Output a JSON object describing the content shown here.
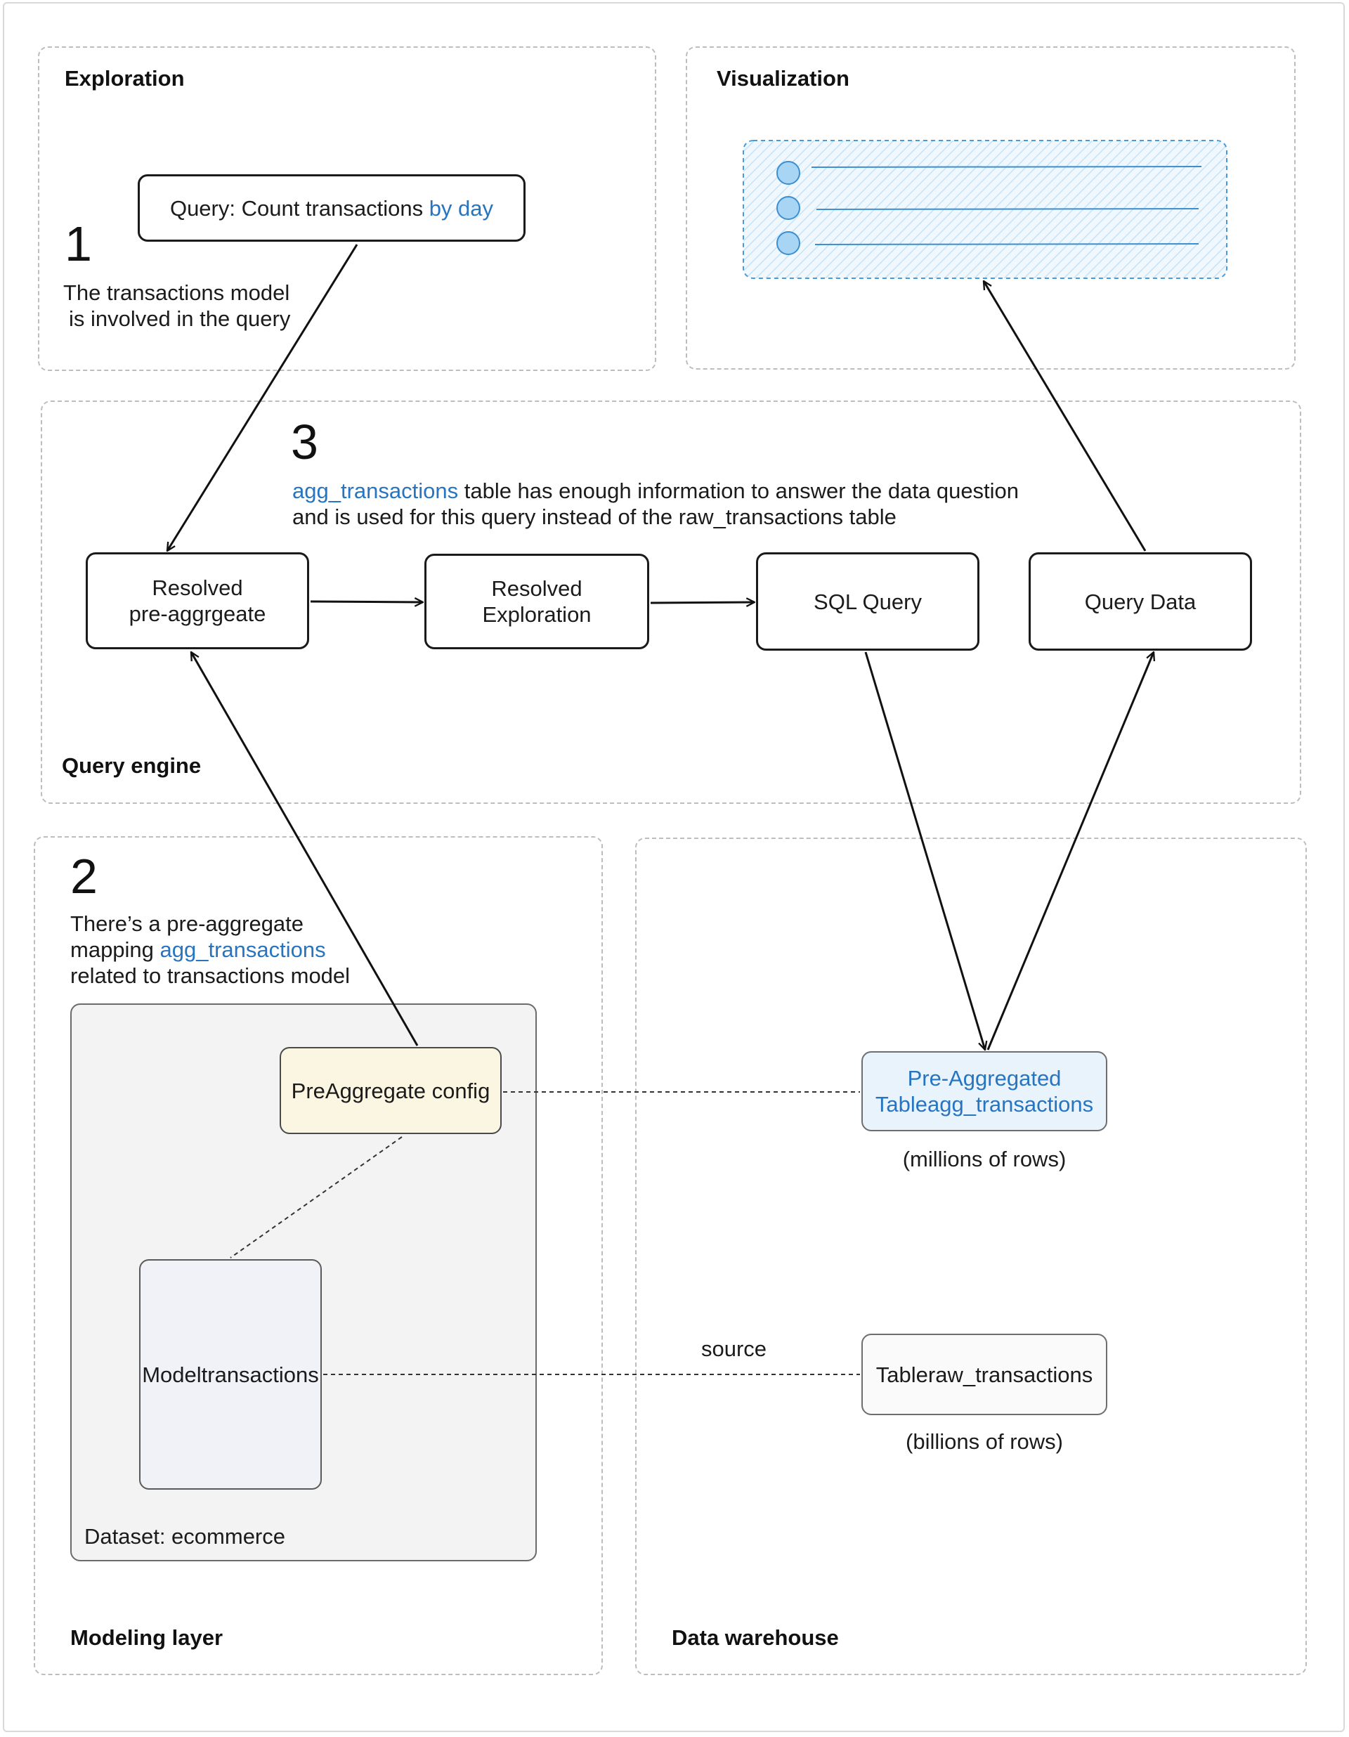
{
  "regions": {
    "exploration": "Exploration",
    "visualization": "Visualization",
    "query_engine": "Query engine",
    "modeling_layer": "Modeling layer",
    "data_warehouse": "Data warehouse"
  },
  "exploration": {
    "query_prefix": "Query: Count transactions ",
    "query_highlight": "by day",
    "step_number": "1",
    "step_note_line1": "The transactions model",
    "step_note_line2": "is involved in the query"
  },
  "query_engine": {
    "step_number": "3",
    "note_highlight": "agg_transactions",
    "note_line1_rest": " table has enough information to answer the data question",
    "note_line2": "and is used for this query instead of the raw_transactions table",
    "resolved_preaggregate_line1": "Resolved",
    "resolved_preaggregate_line2": "pre-aggrgeate",
    "resolved_exploration_line1": "Resolved",
    "resolved_exploration_line2": "Exploration",
    "sql_query": "SQL Query",
    "query_data": "Query Data"
  },
  "modeling": {
    "step_number": "2",
    "note_line1": "There’s a pre-aggregate",
    "note_line2_prefix": "mapping ",
    "note_line2_highlight": "agg_transactions",
    "note_line3": "related to transactions model",
    "preaggregate_config": "PreAggregate config",
    "model_line1": "Model",
    "model_line2": "transactions",
    "dataset_label": "Dataset: ecommerce"
  },
  "warehouse": {
    "preagg_table_line1": "Pre-Aggregated Table",
    "preagg_table_line2": "agg_transactions",
    "preagg_rows": "(millions of rows)",
    "raw_table_line1": "Table",
    "raw_table_line2": "raw_transactions",
    "raw_rows": "(billions of rows)",
    "source_label": "source"
  },
  "colors": {
    "accent_blue": "#2775c0",
    "bullet_fill": "#a9d5f5",
    "config_fill": "#fbf6e2",
    "model_fill": "#f1f2f7",
    "preagg_fill": "#e8f3fc"
  }
}
